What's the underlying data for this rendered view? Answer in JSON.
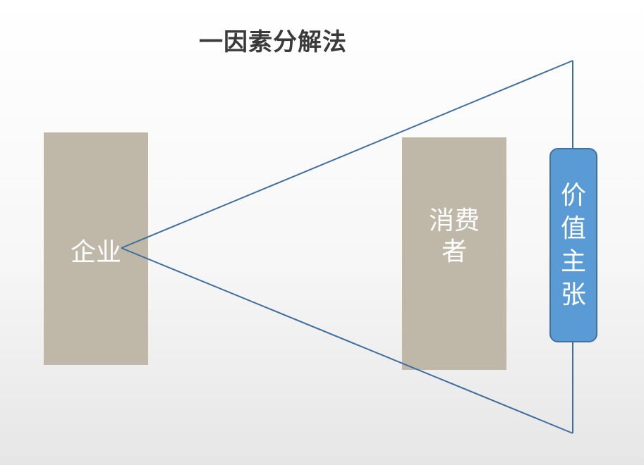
{
  "title": "一因素分解法",
  "nodes": {
    "enterprise": "企业",
    "consumer": "消费者",
    "value_proposition": "价值主张"
  },
  "colors": {
    "block_fill": "#bfb8a9",
    "pill_fill": "#5a9bd5",
    "pill_border": "#41719c",
    "line": "#3e6f9e",
    "title_text": "#3a3a3a"
  }
}
